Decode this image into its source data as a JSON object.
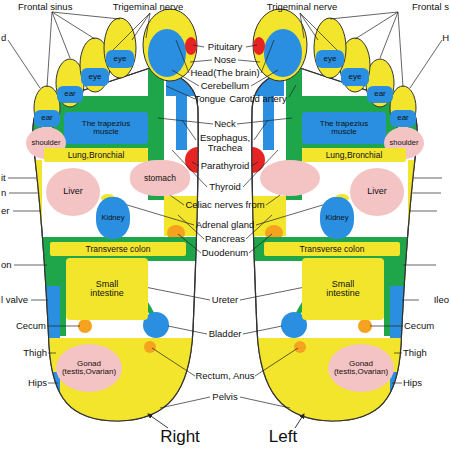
{
  "diagram": {
    "nodes": [
      {
        "text": [
          "eye"
        ]
      },
      {
        "text": [
          "eye"
        ]
      },
      {
        "text": [
          "ear"
        ]
      },
      {
        "text": [
          "ear"
        ]
      },
      {
        "text": [
          "The trapezius muscle"
        ]
      },
      {
        "text": [
          "shoulder"
        ]
      },
      {
        "text": [
          "Lung,Bronchial"
        ]
      },
      {
        "text": [
          "Liver"
        ]
      },
      {
        "text": [
          "stomach"
        ]
      },
      {
        "text": [
          "Kidney"
        ]
      },
      {
        "text": [
          "Transverse colon"
        ]
      },
      {
        "text": [
          "Small intestine"
        ]
      },
      {
        "text": [
          "Gonad (testis,Ovarian)"
        ]
      },
      {
        "text": [
          "eye"
        ]
      },
      {
        "text": [
          "eye"
        ]
      },
      {
        "text": [
          "ear"
        ]
      },
      {
        "text": [
          "ear"
        ]
      },
      {
        "text": [
          "The trapezius muscle"
        ]
      },
      {
        "text": [
          "shoulder"
        ]
      },
      {
        "text": [
          "Lung,Bronchial"
        ]
      },
      {
        "text": [
          "Liver"
        ]
      },
      {
        "text": [
          "Kidney"
        ]
      },
      {
        "text": [
          "Transverse colon"
        ]
      },
      {
        "text": [
          "Small intestine"
        ]
      },
      {
        "text": [
          "Gonad (testis,Ovarian)"
        ]
      }
    ],
    "labels": [
      "Frontal sinus",
      "Trigeminal nerve",
      "Trigeminal nerve",
      "Frontal s",
      "d",
      "H",
      "Pituitary",
      "Nose",
      "Head(The brain)",
      "Cerebellum",
      "Tongue",
      "Carotid artery",
      "Neck",
      "Esophagus, Trachea",
      "Parathyroid",
      "it",
      "Thyroid",
      "n",
      "Celiac nerves from",
      "er",
      "Adrenal gland",
      "Pancreas",
      "Duodenum",
      "on",
      "Ureter",
      "l valve",
      "Ileo",
      "Cecum",
      "Cecum",
      "Bladder",
      "Thigh",
      "Thigh",
      "Rectum, Anus",
      "Hips",
      "Hips",
      "Pelvis",
      "Right",
      "Left"
    ]
  }
}
